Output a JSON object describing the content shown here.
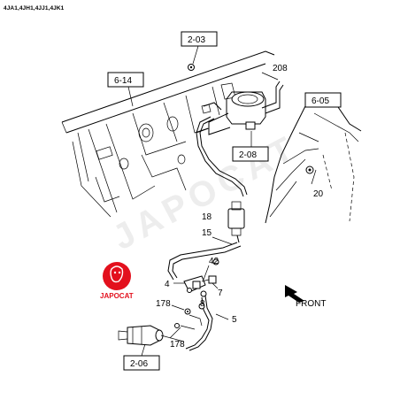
{
  "header": {
    "models": "4JA1,4JH1,4JJ1,4JK1"
  },
  "refs": {
    "r2_03": "2-03",
    "r6_14": "6-14",
    "r2_08": "2-08",
    "r6_05": "6-05",
    "r2_06": "2-06"
  },
  "parts": {
    "p208": "208",
    "p20": "20",
    "p18": "18",
    "p15": "15",
    "p42": "42",
    "p4": "4",
    "p7": "7",
    "p178a": "178",
    "p178b": "178",
    "p8": "8",
    "p5": "5"
  },
  "front_label": "FRONT",
  "logo": {
    "text": "JAPOCAT",
    "color": "#e3101d"
  },
  "watermark": "JAPOCAT"
}
